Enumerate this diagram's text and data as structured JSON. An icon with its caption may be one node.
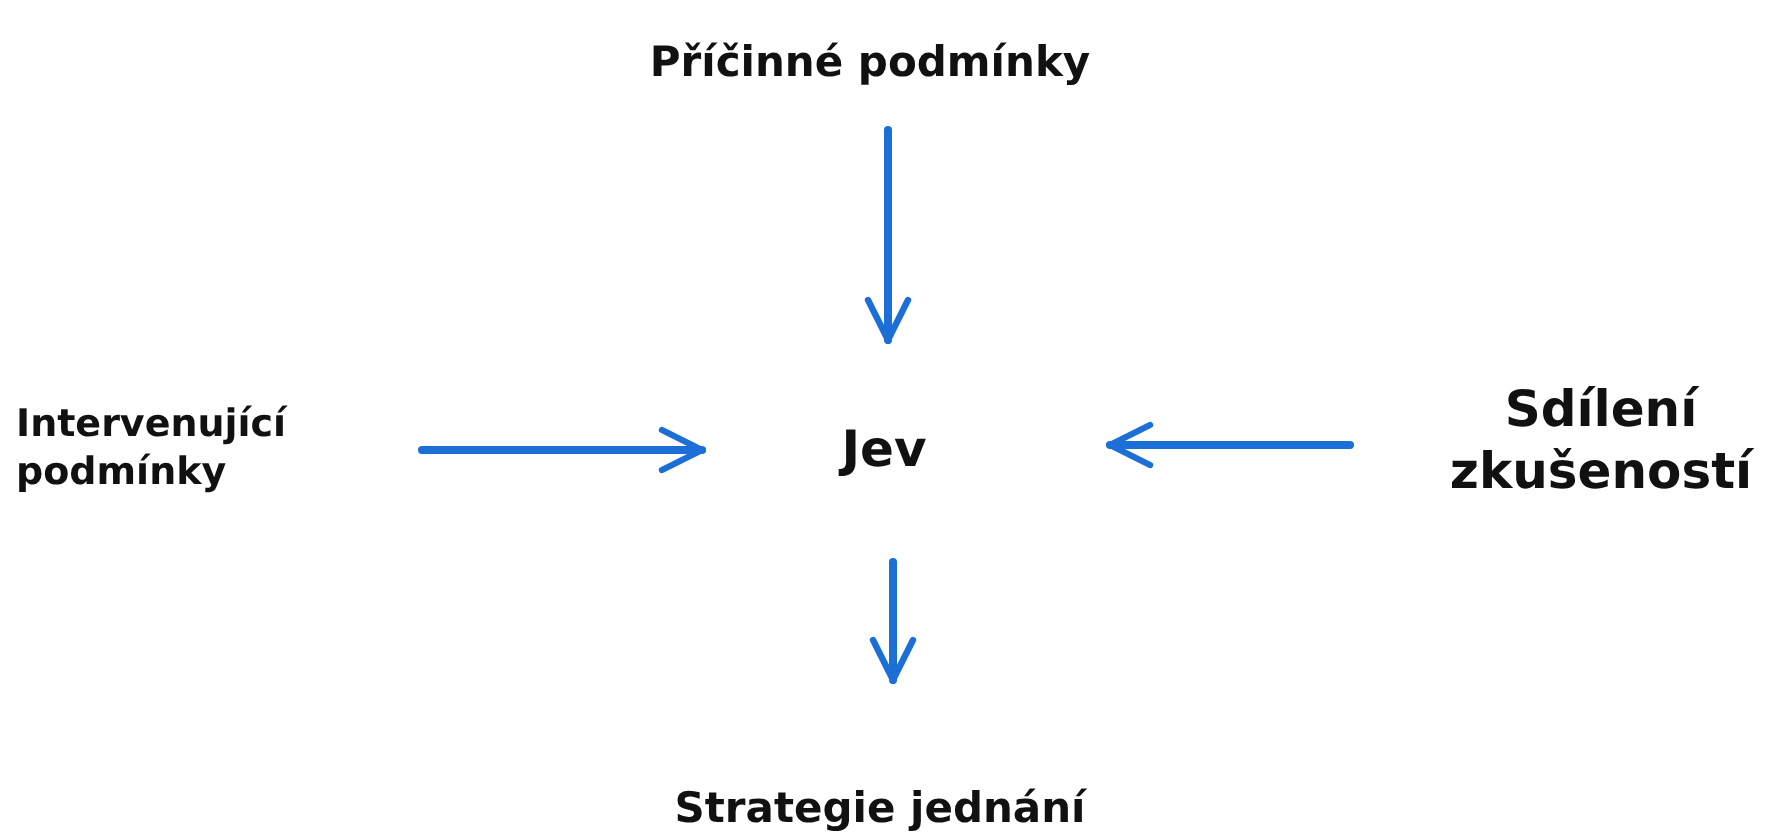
{
  "diagram": {
    "nodes": [
      {
        "text": [
          "Příčinné podmínky"
        ]
      },
      {
        "text": [
          "Intervenující podmínky"
        ]
      },
      {
        "text": [
          "Jev"
        ]
      },
      {
        "text": [
          "Sdílení zkušeností"
        ]
      },
      {
        "text": [
          "Strategie jednání"
        ]
      }
    ],
    "edges": [
      {
        "from": 0,
        "to": 2,
        "arrow": "to"
      },
      {
        "from": 1,
        "to": 2,
        "arrow": "to"
      },
      {
        "from": 3,
        "to": 2,
        "arrow": "to"
      },
      {
        "from": 2,
        "to": 4,
        "arrow": "to"
      }
    ]
  }
}
